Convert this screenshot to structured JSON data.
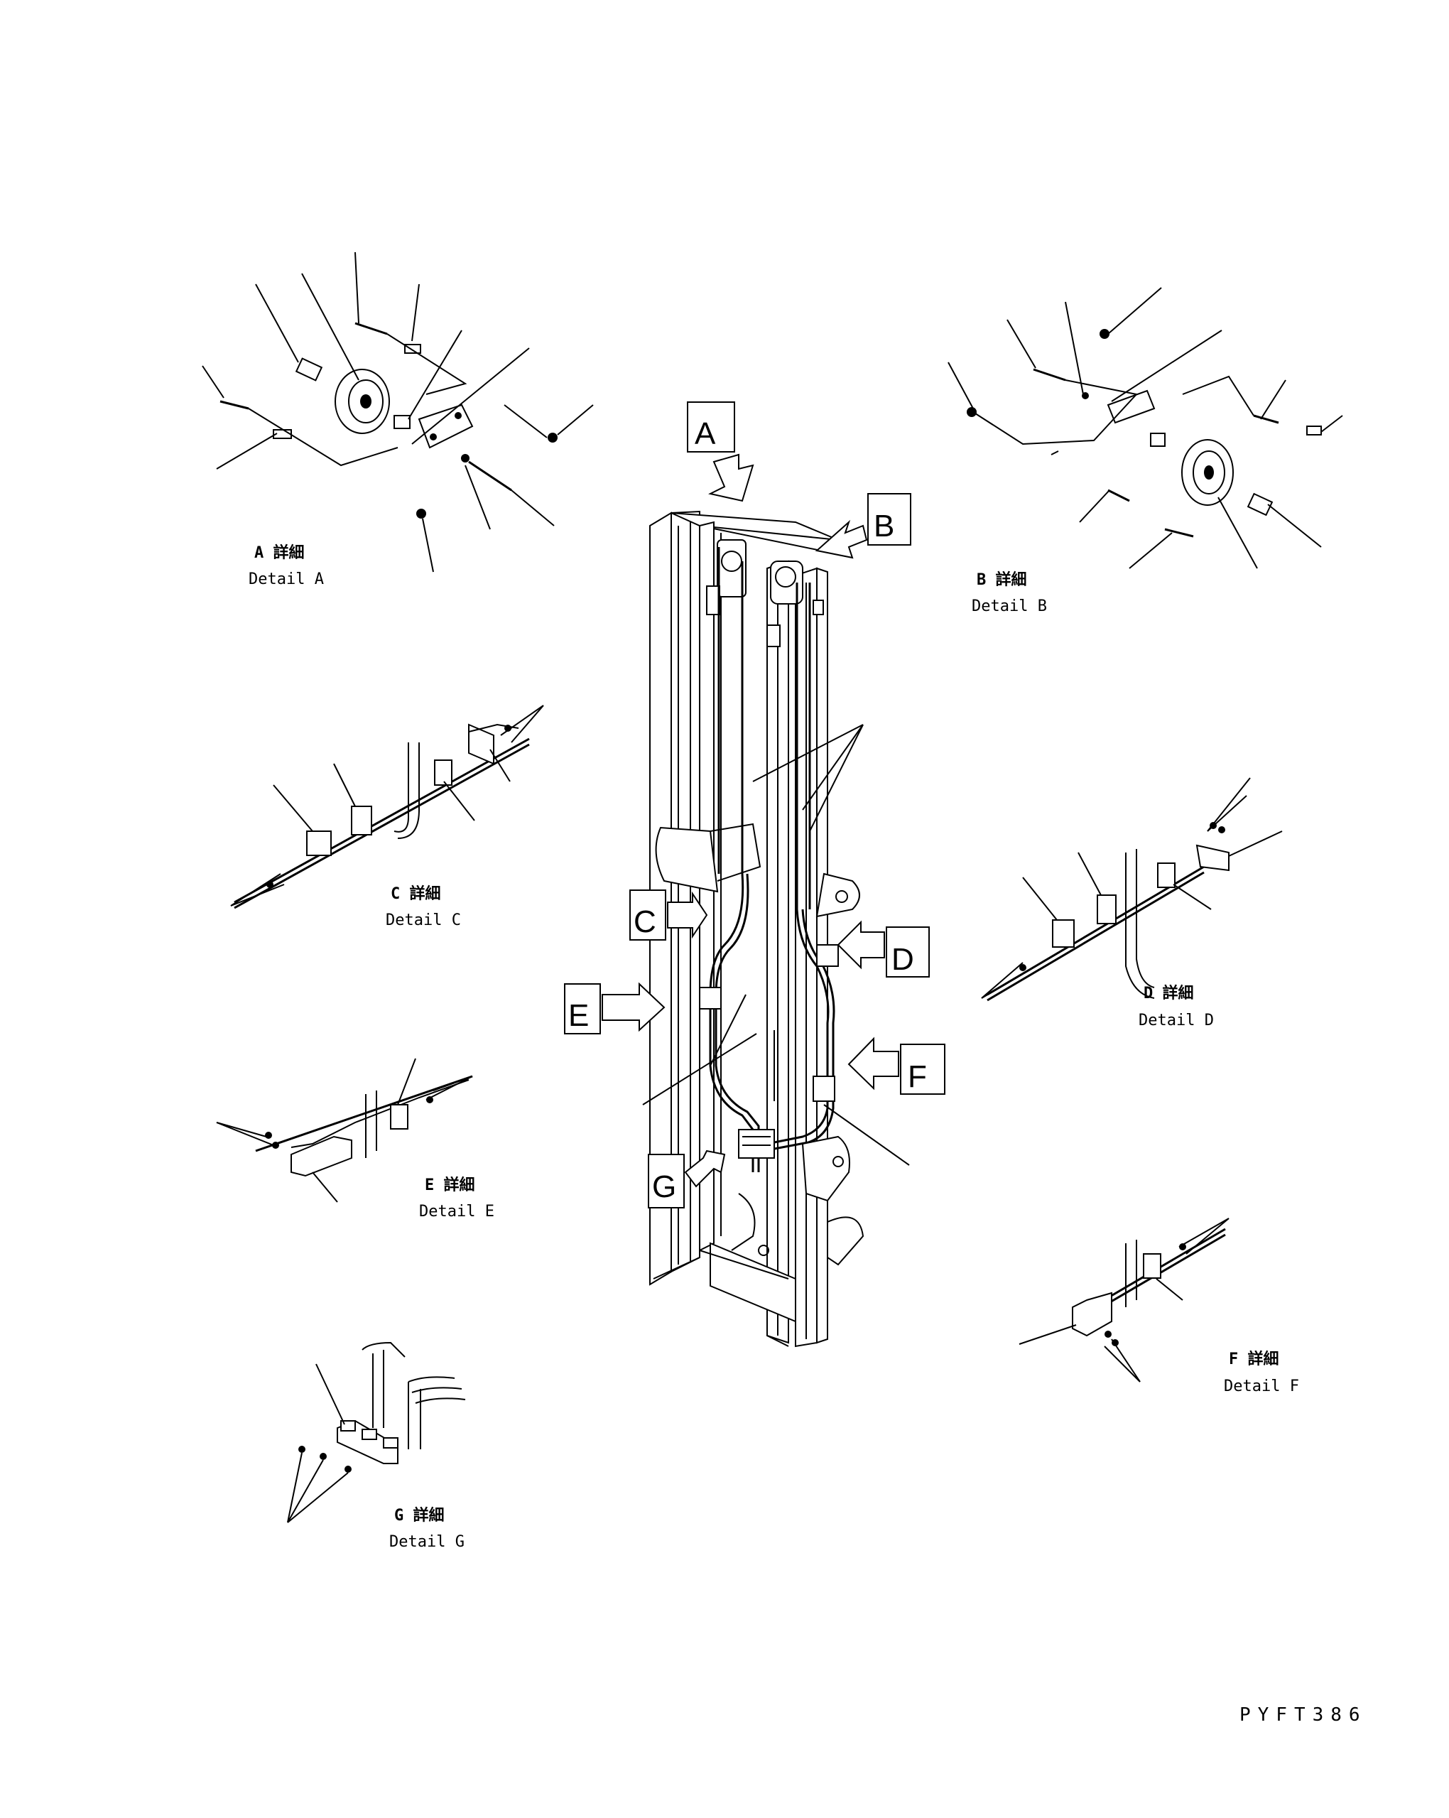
{
  "drawing_code": "PYFT386",
  "view_labels": [
    "A",
    "B",
    "C",
    "D",
    "E",
    "F",
    "G"
  ],
  "details": [
    {
      "id": "A",
      "jp": "A 詳細",
      "en": "Detail A"
    },
    {
      "id": "B",
      "jp": "B 詳細",
      "en": "Detail B"
    },
    {
      "id": "C",
      "jp": "C 詳細",
      "en": "Detail C"
    },
    {
      "id": "D",
      "jp": "D 詳細",
      "en": "Detail D"
    },
    {
      "id": "E",
      "jp": "E 詳細",
      "en": "Detail E"
    },
    {
      "id": "F",
      "jp": "F 詳細",
      "en": "Detail F"
    },
    {
      "id": "G",
      "jp": "G 詳細",
      "en": "Detail G"
    }
  ]
}
